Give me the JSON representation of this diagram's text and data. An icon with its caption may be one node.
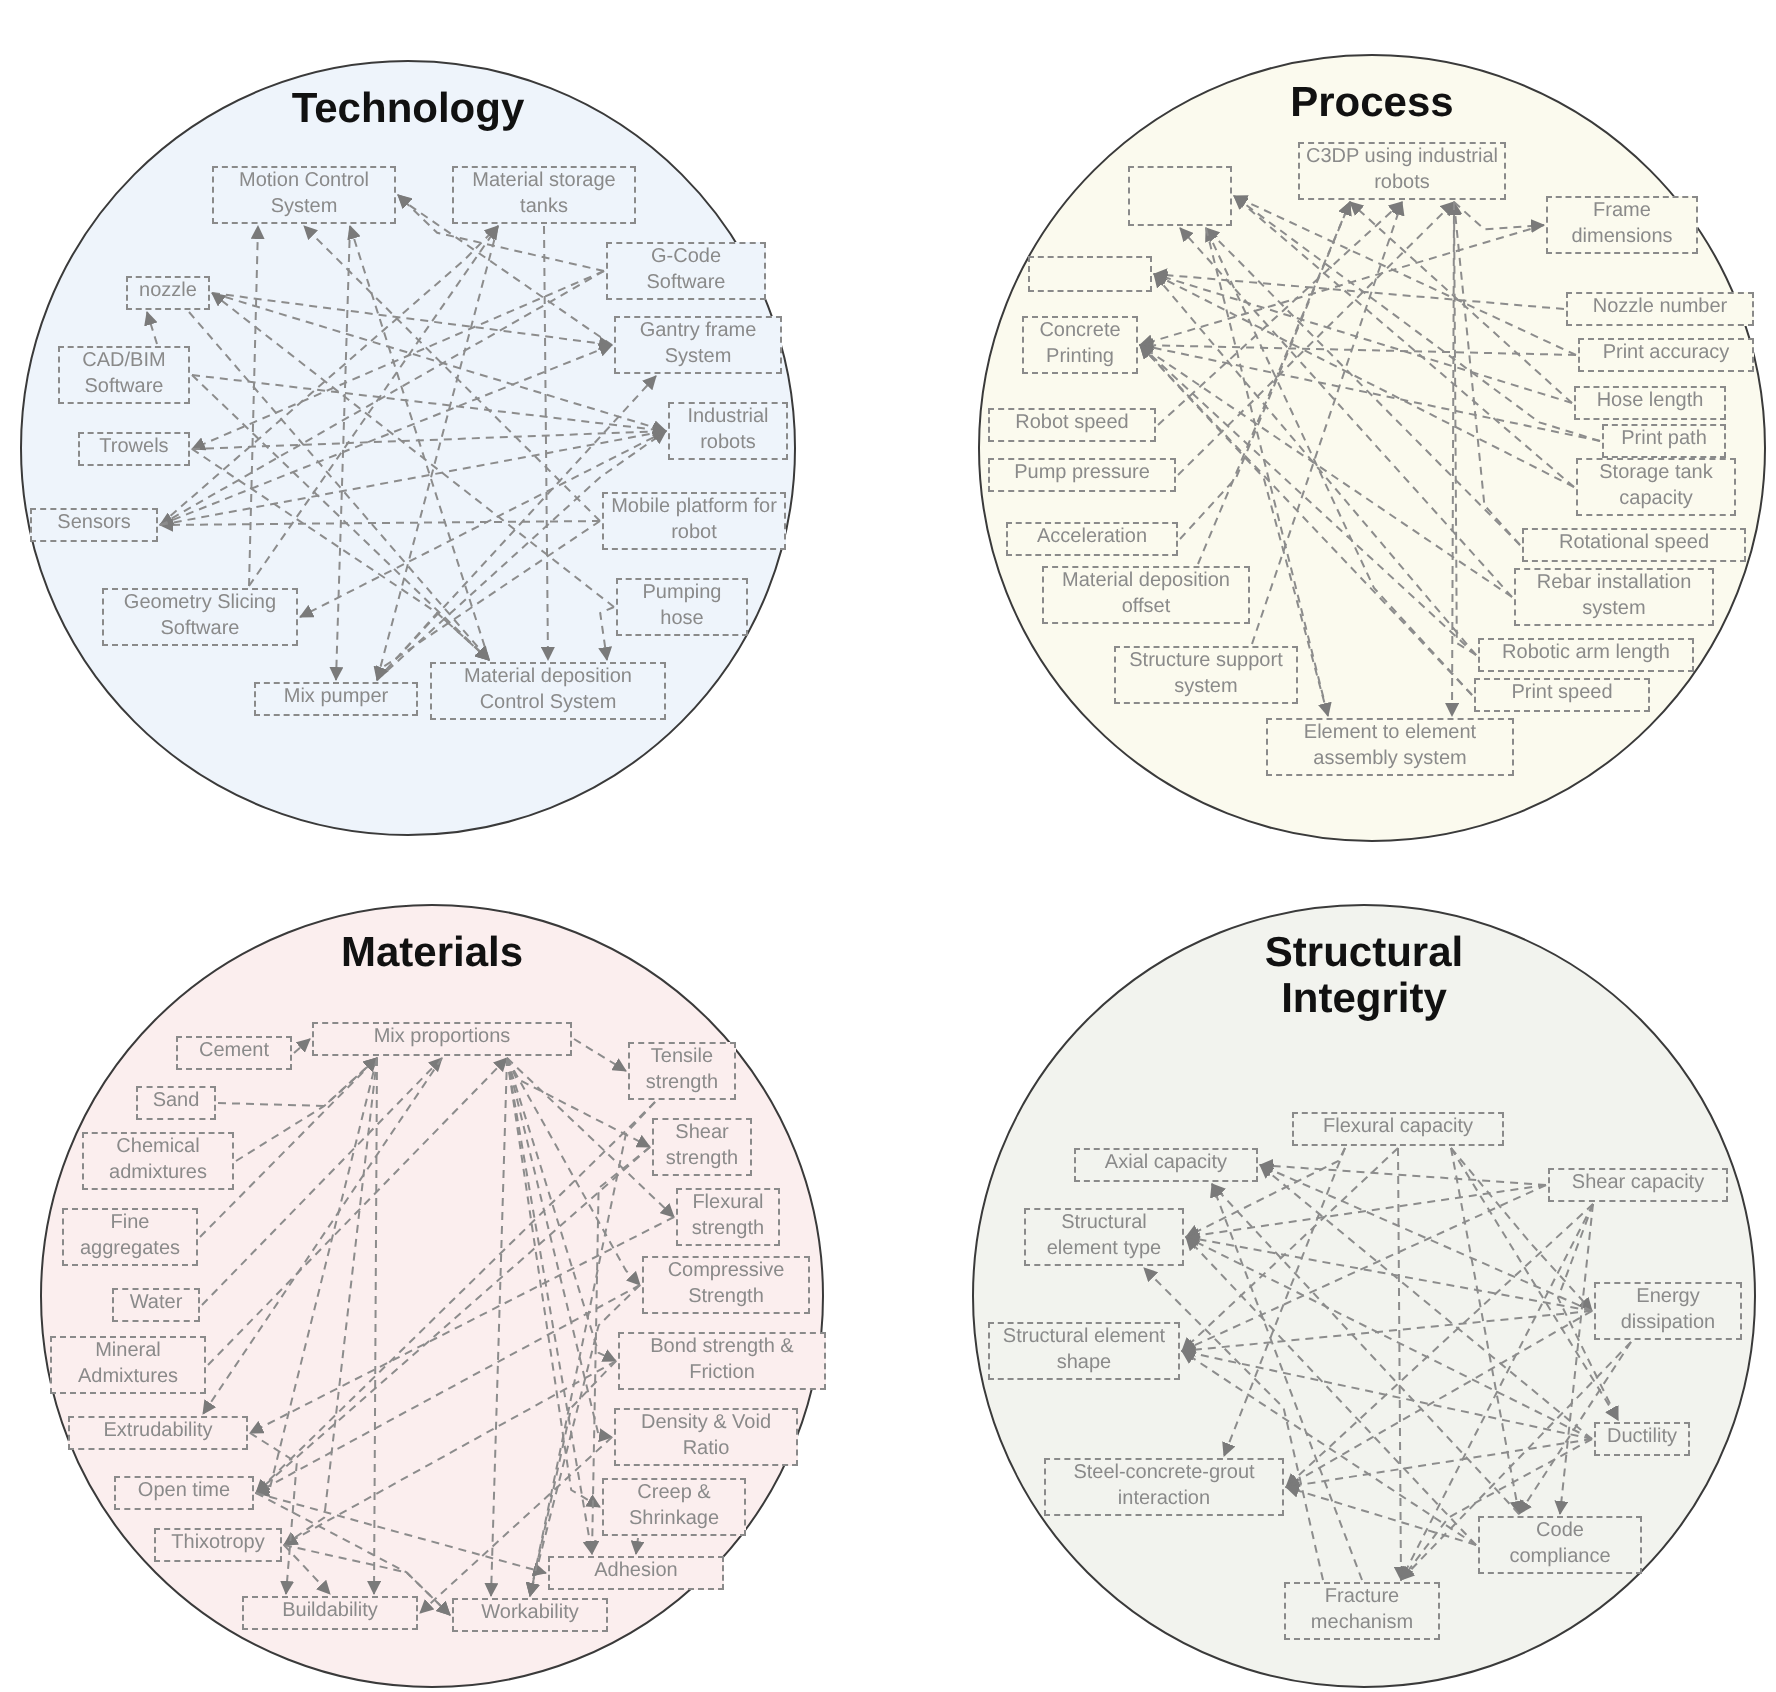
{
  "diagram": {
    "nodes": [
      {
        "text": [
          "Technology"
        ]
      },
      {
        "text": [
          "Motion Control System"
        ],
        "in": 0
      },
      {
        "text": [
          "Material storage tanks"
        ],
        "in": 0
      },
      {
        "text": [
          "nozzle"
        ],
        "in": 0
      },
      {
        "text": [
          "G-Code Software"
        ],
        "in": 0
      },
      {
        "text": [
          "CAD/BIM Software"
        ],
        "in": 0
      },
      {
        "text": [
          "Gantry frame System"
        ],
        "in": 0
      },
      {
        "text": [
          "Trowels"
        ],
        "in": 0
      },
      {
        "text": [
          "Industrial robots"
        ],
        "in": 0
      },
      {
        "text": [
          "Sensors"
        ],
        "in": 0
      },
      {
        "text": [
          "Mobile platform for robot"
        ],
        "in": 0
      },
      {
        "text": [
          "Pumping hose"
        ],
        "in": 0
      },
      {
        "text": [
          "Geometry Slicing Software"
        ],
        "in": 0
      },
      {
        "text": [
          "Mix pumper"
        ],
        "in": 0
      },
      {
        "text": [
          "Material deposition Control System"
        ],
        "in": 0
      },
      {
        "text": [
          "Process"
        ]
      },
      {
        "text": [],
        "shape": "box",
        "in": 15
      },
      {
        "text": [
          "C3DP using industrial robots"
        ],
        "in": 15
      },
      {
        "text": [
          "Frame dimensions"
        ],
        "in": 15
      },
      {
        "text": [],
        "shape": "box",
        "in": 15
      },
      {
        "text": [
          "Nozzle number"
        ],
        "in": 15
      },
      {
        "text": [
          "Concrete Printing"
        ],
        "in": 15
      },
      {
        "text": [
          "Print accuracy"
        ],
        "in": 15
      },
      {
        "text": [
          "Hose length"
        ],
        "in": 15
      },
      {
        "text": [
          "Robot speed"
        ],
        "in": 15
      },
      {
        "text": [
          "Print path"
        ],
        "in": 15
      },
      {
        "text": [
          "Pump pressure"
        ],
        "in": 15
      },
      {
        "text": [
          "Storage tank capacity"
        ],
        "in": 15
      },
      {
        "text": [
          "Acceleration"
        ],
        "in": 15
      },
      {
        "text": [
          "Rotational speed"
        ],
        "in": 15
      },
      {
        "text": [
          "Material deposition offset"
        ],
        "in": 15
      },
      {
        "text": [
          "Rebar installation system"
        ],
        "in": 15
      },
      {
        "text": [
          "Robotic arm length"
        ],
        "in": 15
      },
      {
        "text": [
          "Structure support system"
        ],
        "in": 15
      },
      {
        "text": [
          "Print speed"
        ],
        "in": 15
      },
      {
        "text": [
          "Element to element assembly system"
        ],
        "in": 15
      },
      {
        "text": [
          "Materials"
        ]
      },
      {
        "text": [
          "Cement"
        ],
        "in": 36
      },
      {
        "text": [
          "Mix proportions"
        ],
        "in": 36
      },
      {
        "text": [
          "Tensile strength"
        ],
        "in": 36
      },
      {
        "text": [
          "Sand"
        ],
        "in": 36
      },
      {
        "text": [
          "Shear strength"
        ],
        "in": 36
      },
      {
        "text": [
          "Chemical admixtures"
        ],
        "in": 36
      },
      {
        "text": [
          "Flexural strength"
        ],
        "in": 36
      },
      {
        "text": [
          "Fine aggregates"
        ],
        "in": 36
      },
      {
        "text": [
          "Compressive Strength"
        ],
        "in": 36
      },
      {
        "text": [
          "Water"
        ],
        "in": 36
      },
      {
        "text": [
          "Bond strength & Friction"
        ],
        "in": 36
      },
      {
        "text": [
          "Mineral Admixtures"
        ],
        "in": 36
      },
      {
        "text": [
          "Density & Void Ratio"
        ],
        "in": 36
      },
      {
        "text": [
          "Extrudability"
        ],
        "in": 36
      },
      {
        "text": [
          "Open time"
        ],
        "in": 36
      },
      {
        "text": [
          "Creep & Shrinkage"
        ],
        "in": 36
      },
      {
        "text": [
          "Thixotropy"
        ],
        "in": 36
      },
      {
        "text": [
          "Adhesion"
        ],
        "in": 36
      },
      {
        "text": [
          "Buildability"
        ],
        "in": 36
      },
      {
        "text": [
          "Workability"
        ],
        "in": 36
      },
      {
        "text": [
          "Structural Integrity"
        ]
      },
      {
        "text": [
          "Flexural capacity"
        ],
        "in": 57
      },
      {
        "text": [
          "Axial capacity"
        ],
        "in": 57
      },
      {
        "text": [
          "Shear capacity"
        ],
        "in": 57
      },
      {
        "text": [
          "Structural element type"
        ],
        "in": 57
      },
      {
        "text": [
          "Energy dissipation"
        ],
        "in": 57
      },
      {
        "text": [
          "Structural element shape"
        ],
        "in": 57
      },
      {
        "text": [
          "Ductility"
        ],
        "in": 57
      },
      {
        "text": [
          "Steel-concrete-grout interaction"
        ],
        "in": 57
      },
      {
        "text": [
          "Code compliance"
        ],
        "in": 57
      },
      {
        "text": [
          "Fracture mechanism"
        ],
        "in": 57
      }
    ],
    "edges": [
      {
        "from": 5,
        "to": 3,
        "arrow": "to"
      },
      {
        "from": 1,
        "to": 13,
        "arrow": "to"
      },
      {
        "from": 4,
        "to": 1,
        "arrow": "to"
      },
      {
        "from": 6,
        "to": 1,
        "arrow": "to"
      },
      {
        "from": 12,
        "to": 1,
        "arrow": "to"
      },
      {
        "from": 14,
        "to": 1,
        "arrow": "to"
      },
      {
        "from": 9,
        "to": 2,
        "arrow": "to"
      },
      {
        "from": 2,
        "to": 13,
        "arrow": "to"
      },
      {
        "from": 12,
        "to": 2,
        "arrow": "to"
      },
      {
        "from": 2,
        "to": 14,
        "arrow": "to"
      },
      {
        "from": 3,
        "to": 14,
        "arrow": "to"
      },
      {
        "from": 3,
        "to": 8,
        "arrow": "to"
      },
      {
        "from": 3,
        "to": 6,
        "arrow": "to"
      },
      {
        "from": 8,
        "to": 12,
        "arrow": "to"
      },
      {
        "from": 13,
        "to": 6,
        "arrow": "to"
      },
      {
        "from": 13,
        "to": 8,
        "arrow": "to"
      },
      {
        "from": 13,
        "to": 14,
        "arrow": "to"
      },
      {
        "from": 10,
        "to": 1,
        "arrow": "to"
      },
      {
        "from": 10,
        "to": 13,
        "arrow": "to"
      },
      {
        "from": 10,
        "to": 9,
        "arrow": "to"
      },
      {
        "from": 11,
        "to": 14,
        "arrow": "to"
      },
      {
        "from": 11,
        "to": 3,
        "arrow": "to"
      },
      {
        "from": 4,
        "to": 9,
        "arrow": "to"
      },
      {
        "from": 4,
        "to": 7,
        "arrow": "to"
      },
      {
        "from": 5,
        "to": 8,
        "arrow": "to"
      },
      {
        "from": 5,
        "to": 14,
        "arrow": "to"
      },
      {
        "from": 9,
        "to": 8,
        "arrow": "to"
      },
      {
        "from": 9,
        "to": 6,
        "arrow": "to"
      },
      {
        "from": 7,
        "to": 8,
        "arrow": "to"
      },
      {
        "from": 7,
        "to": 14,
        "arrow": "to"
      },
      {
        "from": 22,
        "to": 16,
        "arrow": "to"
      },
      {
        "from": 25,
        "to": 16,
        "arrow": "to"
      },
      {
        "from": 27,
        "to": 16,
        "arrow": "to"
      },
      {
        "from": 29,
        "to": 16,
        "arrow": "to"
      },
      {
        "from": 31,
        "to": 16,
        "arrow": "to"
      },
      {
        "from": 34,
        "to": 16,
        "arrow": "to"
      },
      {
        "from": 24,
        "to": 17,
        "arrow": "to"
      },
      {
        "from": 26,
        "to": 17,
        "arrow": "to"
      },
      {
        "from": 28,
        "to": 17,
        "arrow": "to"
      },
      {
        "from": 30,
        "to": 17,
        "arrow": "to"
      },
      {
        "from": 33,
        "to": 17,
        "arrow": "to"
      },
      {
        "from": 32,
        "to": 17,
        "arrow": "to"
      },
      {
        "from": 29,
        "to": 17,
        "arrow": "to"
      },
      {
        "from": 23,
        "to": 17,
        "arrow": "to"
      },
      {
        "from": 20,
        "to": 19,
        "arrow": "to"
      },
      {
        "from": 23,
        "to": 19,
        "arrow": "to"
      },
      {
        "from": 27,
        "to": 19,
        "arrow": "to"
      },
      {
        "from": 32,
        "to": 19,
        "arrow": "to"
      },
      {
        "from": 18,
        "to": 21,
        "arrow": "to"
      },
      {
        "from": 22,
        "to": 21,
        "arrow": "to"
      },
      {
        "from": 25,
        "to": 21,
        "arrow": "to"
      },
      {
        "from": 31,
        "to": 21,
        "arrow": "to"
      },
      {
        "from": 34,
        "to": 21,
        "arrow": "to"
      },
      {
        "from": 35,
        "to": 21,
        "arrow": "to"
      },
      {
        "from": 32,
        "to": 21,
        "arrow": "to"
      },
      {
        "from": 17,
        "to": 18,
        "arrow": "to"
      },
      {
        "from": 17,
        "to": 35,
        "arrow": "to"
      },
      {
        "from": 16,
        "to": 35,
        "arrow": "to"
      },
      {
        "from": 37,
        "to": 38,
        "arrow": "to"
      },
      {
        "from": 40,
        "to": 38,
        "arrow": "to"
      },
      {
        "from": 42,
        "to": 38,
        "arrow": "to"
      },
      {
        "from": 44,
        "to": 38,
        "arrow": "to"
      },
      {
        "from": 46,
        "to": 38,
        "arrow": "to"
      },
      {
        "from": 48,
        "to": 38,
        "arrow": "to"
      },
      {
        "from": 38,
        "to": 39,
        "arrow": "to"
      },
      {
        "from": 38,
        "to": 41,
        "arrow": "to"
      },
      {
        "from": 38,
        "to": 43,
        "arrow": "to"
      },
      {
        "from": 38,
        "to": 45,
        "arrow": "to"
      },
      {
        "from": 38,
        "to": 47,
        "arrow": "to"
      },
      {
        "from": 38,
        "to": 49,
        "arrow": "to"
      },
      {
        "from": 38,
        "to": 52,
        "arrow": "to"
      },
      {
        "from": 38,
        "to": 54,
        "arrow": "to"
      },
      {
        "from": 38,
        "to": 55,
        "arrow": "to"
      },
      {
        "from": 38,
        "to": 56,
        "arrow": "to"
      },
      {
        "from": 38,
        "to": 50,
        "arrow": "to"
      },
      {
        "from": 38,
        "to": 51,
        "arrow": "to"
      },
      {
        "from": 38,
        "to": 53,
        "arrow": "to"
      },
      {
        "from": 39,
        "to": 51,
        "arrow": "to"
      },
      {
        "from": 41,
        "to": 51,
        "arrow": "to"
      },
      {
        "from": 43,
        "to": 50,
        "arrow": "to"
      },
      {
        "from": 45,
        "to": 51,
        "arrow": "to"
      },
      {
        "from": 47,
        "to": 53,
        "arrow": "to"
      },
      {
        "from": 49,
        "to": 55,
        "arrow": "to"
      },
      {
        "from": 39,
        "to": 56,
        "arrow": "to"
      },
      {
        "from": 41,
        "to": 54,
        "arrow": "to"
      },
      {
        "from": 45,
        "to": 56,
        "arrow": "to"
      },
      {
        "from": 51,
        "to": 56,
        "arrow": "to"
      },
      {
        "from": 51,
        "to": 54,
        "arrow": "to"
      },
      {
        "from": 53,
        "to": 56,
        "arrow": "to"
      },
      {
        "from": 53,
        "to": 55,
        "arrow": "to"
      },
      {
        "from": 50,
        "to": 55,
        "arrow": "to"
      },
      {
        "from": 47,
        "to": 56,
        "arrow": "to"
      },
      {
        "from": 52,
        "to": 54,
        "arrow": "to"
      },
      {
        "from": 58,
        "to": 62,
        "arrow": "to"
      },
      {
        "from": 58,
        "to": 64,
        "arrow": "to"
      },
      {
        "from": 58,
        "to": 66,
        "arrow": "to"
      },
      {
        "from": 58,
        "to": 67,
        "arrow": "to"
      },
      {
        "from": 58,
        "to": 65,
        "arrow": "to"
      },
      {
        "from": 58,
        "to": 63,
        "arrow": "to"
      },
      {
        "from": 58,
        "to": 61,
        "arrow": "to"
      },
      {
        "from": 60,
        "to": 64,
        "arrow": "to"
      },
      {
        "from": 60,
        "to": 66,
        "arrow": "to"
      },
      {
        "from": 60,
        "to": 67,
        "arrow": "to"
      },
      {
        "from": 60,
        "to": 65,
        "arrow": "to"
      },
      {
        "from": 60,
        "to": 63,
        "arrow": "to"
      },
      {
        "from": 60,
        "to": 61,
        "arrow": "to"
      },
      {
        "from": 60,
        "to": 59,
        "arrow": "to"
      },
      {
        "from": 62,
        "to": 66,
        "arrow": "to"
      },
      {
        "from": 62,
        "to": 67,
        "arrow": "to"
      },
      {
        "from": 62,
        "to": 65,
        "arrow": "to"
      },
      {
        "from": 62,
        "to": 63,
        "arrow": "to"
      },
      {
        "from": 62,
        "to": 61,
        "arrow": "to"
      },
      {
        "from": 62,
        "to": 59,
        "arrow": "to"
      },
      {
        "from": 64,
        "to": 67,
        "arrow": "to"
      },
      {
        "from": 64,
        "to": 65,
        "arrow": "to"
      },
      {
        "from": 64,
        "to": 63,
        "arrow": "to"
      },
      {
        "from": 64,
        "to": 61,
        "arrow": "to"
      },
      {
        "from": 64,
        "to": 59,
        "arrow": "to"
      },
      {
        "from": 66,
        "to": 65,
        "arrow": "to"
      },
      {
        "from": 66,
        "to": 63,
        "arrow": "to"
      },
      {
        "from": 66,
        "to": 61,
        "arrow": "to"
      },
      {
        "from": 66,
        "to": 59,
        "arrow": "to"
      },
      {
        "from": 67,
        "to": 61,
        "arrow": "to"
      },
      {
        "from": 67,
        "to": 59,
        "arrow": "to"
      }
    ]
  }
}
